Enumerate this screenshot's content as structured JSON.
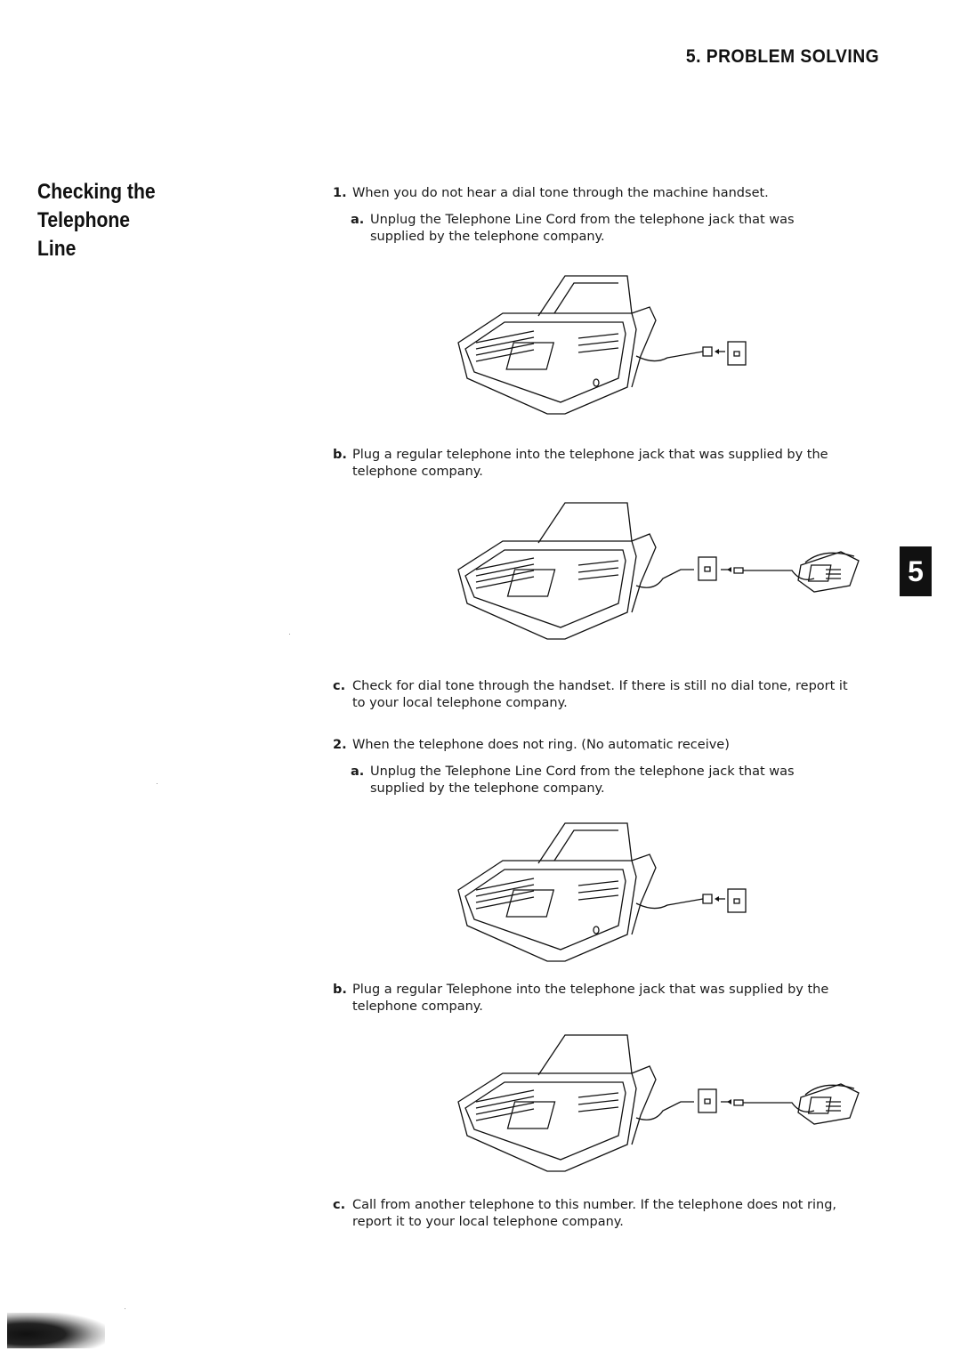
{
  "header": {
    "section": "5. PROBLEM SOLVING"
  },
  "side_title": {
    "line1": "Checking the Telephone",
    "line2": "Line"
  },
  "tab": {
    "label": "5"
  },
  "items": [
    {
      "marker": "1.",
      "text": "When you do not hear a dial tone through the machine handset."
    },
    {
      "marker": "a.",
      "text": "Unplug the Telephone Line Cord from the telephone jack that was supplied by the telephone company."
    },
    {
      "marker": "b.",
      "text": "Plug a regular telephone into the telephone jack that was supplied by the telephone company."
    },
    {
      "marker": "c.",
      "text": "Check for dial tone through the handset. If there is still no dial tone, report it to your local telephone company."
    },
    {
      "marker": "2.",
      "text": "When the telephone does not ring. (No automatic receive)"
    },
    {
      "marker": "a.",
      "text": "Unplug the Telephone Line Cord from the telephone jack that was supplied by the telephone company."
    },
    {
      "marker": "b.",
      "text": "Plug a regular Telephone into the telephone jack that was supplied by the telephone company."
    },
    {
      "marker": "c.",
      "text": "Call from another telephone to this number. If the telephone does not ring, report it to your local telephone company."
    }
  ]
}
